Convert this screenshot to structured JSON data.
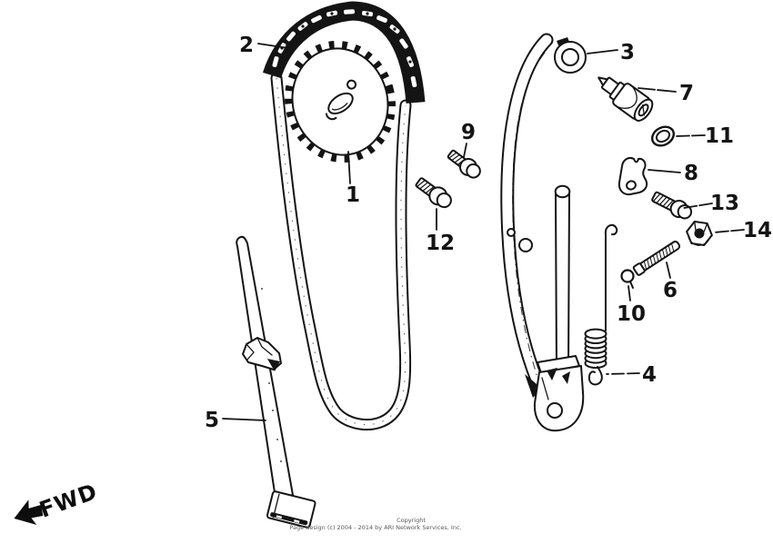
{
  "diagram": {
    "type": "exploded-parts-diagram",
    "subject": "cam chain and tensioner",
    "callouts": [
      {
        "num": "1"
      },
      {
        "num": "2"
      },
      {
        "num": "3"
      },
      {
        "num": "4"
      },
      {
        "num": "5"
      },
      {
        "num": "6"
      },
      {
        "num": "7"
      },
      {
        "num": "8"
      },
      {
        "num": "9"
      },
      {
        "num": "10"
      },
      {
        "num": "11"
      },
      {
        "num": "12"
      },
      {
        "num": "13"
      },
      {
        "num": "14"
      }
    ],
    "orientation_marker": "FWD",
    "copyright": {
      "line1": "Copyright",
      "line2": "Page design (c) 2004 - 2014 by ARI Network Services, Inc."
    },
    "colors": {
      "ink": "#141414",
      "paper": "#ffffff",
      "copyright_text": "#595959"
    }
  }
}
